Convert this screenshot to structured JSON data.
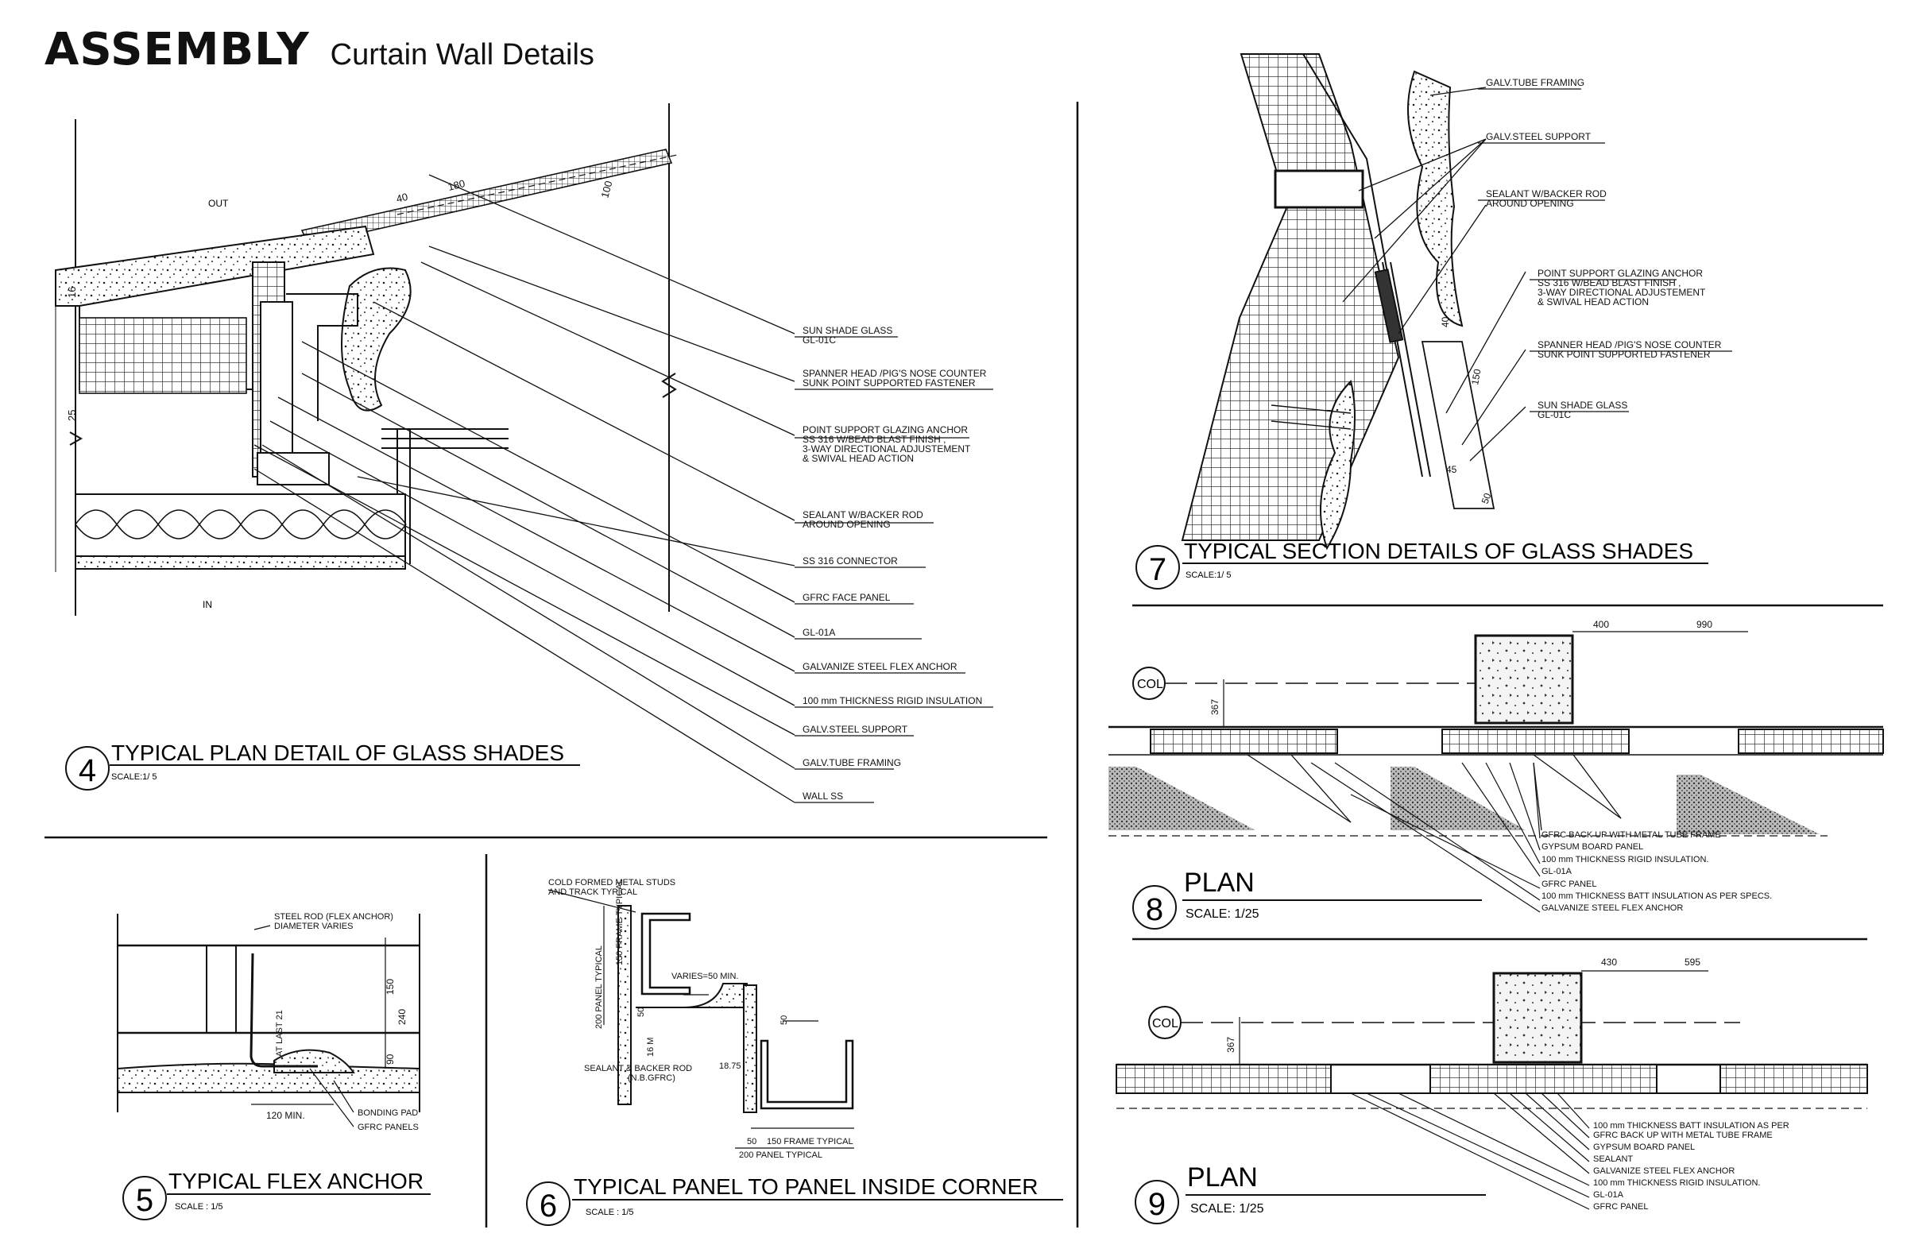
{
  "header": {
    "title": "ASSEMBLY",
    "subtitle": "Curtain Wall Details"
  },
  "details": [
    {
      "number": "4",
      "title": "TYPICAL PLAN DETAIL OF GLASS SHADES",
      "scale": "SCALE:1/ 5"
    },
    {
      "number": "5",
      "title": "TYPICAL FLEX ANCHOR",
      "scale": "SCALE : 1/5"
    },
    {
      "number": "6",
      "title": "TYPICAL PANEL TO PANEL INSIDE CORNER",
      "scale": "SCALE : 1/5"
    },
    {
      "number": "7",
      "title": "TYPICAL SECTION DETAILS OF GLASS SHADES",
      "scale": "SCALE:1/ 5"
    },
    {
      "number": "8",
      "title": "PLAN",
      "scale": "SCALE: 1/25"
    },
    {
      "number": "9",
      "title": "PLAN",
      "scale": "SCALE: 1/25"
    }
  ],
  "detail4": {
    "labels_in_out": [
      "OUT",
      "IN"
    ],
    "callouts": [
      "SUN SHADE GLASS",
      "GL-01C",
      "SPANNER HEAD /PIG'S NOSE COUNTER",
      "SUNK POINT SUPPORTED FASTENER",
      "POINT SUPPORT GLAZING ANCHOR",
      "SS 316 W/BEAD BLAST FINISH ,",
      "3-WAY DIRECTIONAL ADJUSTEMENT",
      "& SWIVAL HEAD ACTION",
      "SEALANT W/BACKER ROD",
      "AROUND OPENING",
      "SS 316 CONNECTOR",
      "GFRC FACE PANEL",
      "GL-01A",
      "GALVANIZE STEEL FLEX ANCHOR",
      "100 mm THICKNESS RIGID INSULATION",
      "GALV.STEEL SUPPORT",
      "GALV.TUBE FRAMING",
      "WALL SS"
    ],
    "dims": [
      "40",
      "180",
      "100",
      "16",
      "25"
    ]
  },
  "detail5": {
    "callouts": [
      "STEEL ROD (FLEX ANCHOR)",
      "DIAMETER VARIES",
      "AT LAST 21",
      "BONDING PAD",
      "GFRC PANELS"
    ],
    "dims": [
      "150",
      "240",
      "90",
      "120 MIN."
    ]
  },
  "detail6": {
    "callouts": [
      "COLD FORMED METAL STUDS",
      "AND TRACK TYPICAL",
      "VARIES=50 MIN.",
      "SEALANT & BACKER ROD",
      "(N.B.GFRC)",
      "16 M",
      "18.75"
    ],
    "dims": [
      "200 PANEL TYPICAL",
      "150 FRAME TYPICAL",
      "50",
      "50",
      "50",
      "150 FRAME TYPICAL",
      "200 PANEL TYPICAL"
    ]
  },
  "detail7": {
    "callouts": [
      "GALV.TUBE FRAMING",
      "GALV.STEEL SUPPORT",
      "SEALANT W/BACKER ROD",
      "AROUND OPENING",
      "POINT SUPPORT GLAZING ANCHOR",
      "SS 316 W/BEAD BLAST FINISH ,",
      "3-WAY DIRECTIONAL ADJUSTEMENT",
      "& SWIVAL HEAD ACTION",
      "SPANNER HEAD /PIG'S NOSE COUNTER",
      "SUNK POINT SUPPORTED FASTENER",
      "SUN SHADE GLASS",
      "GL-01C"
    ],
    "dims": [
      "40",
      "150",
      "45",
      "50"
    ]
  },
  "detail8": {
    "col": "COL",
    "dims": [
      "400",
      "990",
      "367"
    ],
    "callouts": [
      "GFRC BACK UP WITH METAL TUBE FRAME",
      "GYPSUM BOARD PANEL",
      "100 mm THICKNESS RIGID INSULATION.",
      "GL-01A",
      "GFRC PANEL",
      "100 mm THICKNESS BATT INSULATION AS PER SPECS.",
      "GALVANIZE STEEL FLEX ANCHOR"
    ]
  },
  "detail9": {
    "col": "COL",
    "dims": [
      "430",
      "595",
      "367"
    ],
    "callouts": [
      "100 mm THICKNESS BATT INSULATION AS PER",
      "GFRC BACK UP WITH METAL TUBE FRAME",
      "GYPSUM BOARD PANEL",
      "SEALANT",
      "GALVANIZE STEEL FLEX ANCHOR",
      "100 mm THICKNESS RIGID INSULATION.",
      "GL-01A",
      "GFRC PANEL"
    ]
  }
}
